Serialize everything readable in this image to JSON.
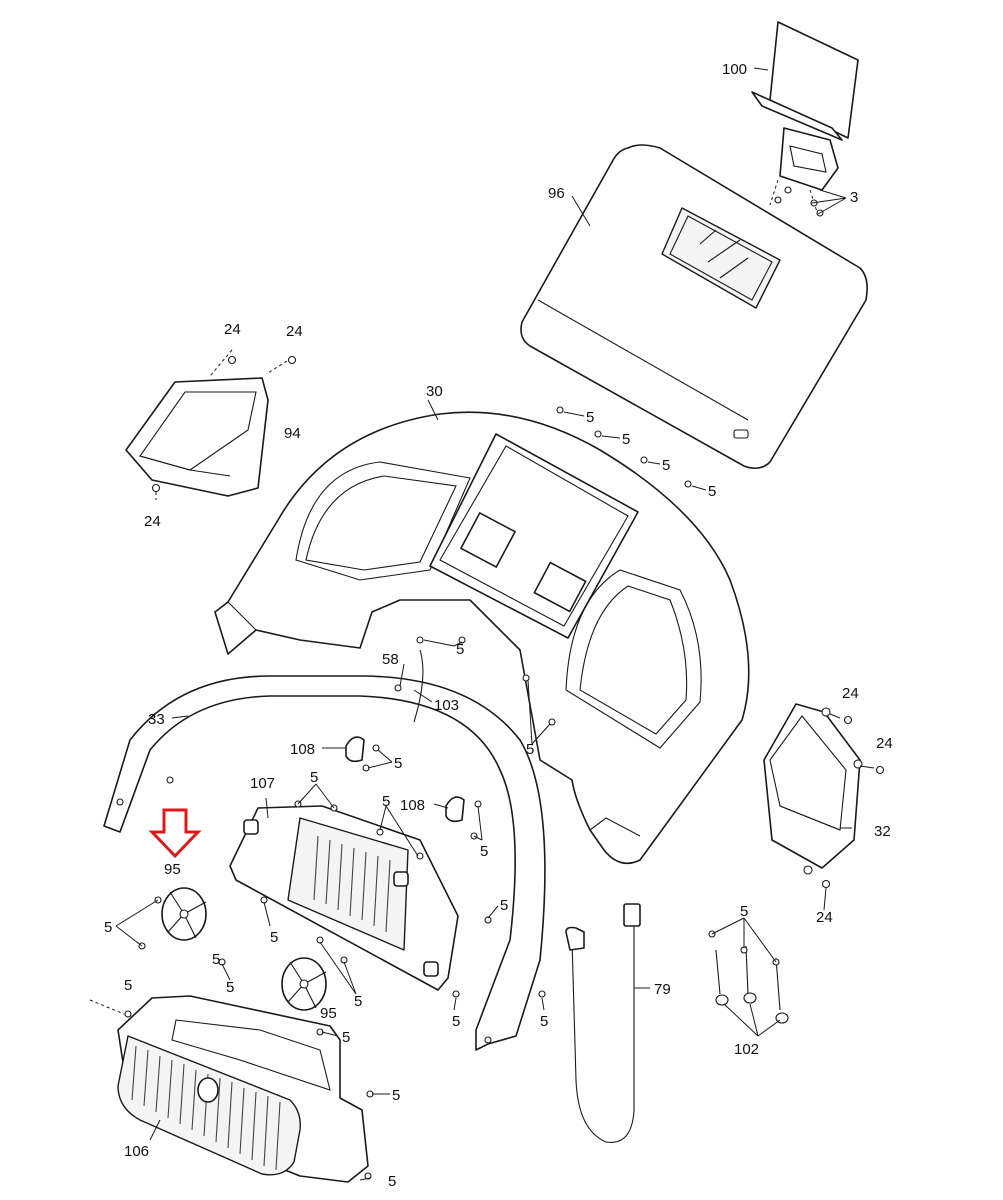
{
  "diagram": {
    "callouts": {
      "c100": "100",
      "c96": "96",
      "c3": "3",
      "c24a": "24",
      "c24b": "24",
      "c94": "94",
      "c24c": "24",
      "c30": "30",
      "c5a": "5",
      "c5b": "5",
      "c5c": "5",
      "c5d": "5",
      "c5e": "5",
      "c58": "58",
      "c103": "103",
      "c33": "33",
      "c108a": "108",
      "c5f": "5",
      "c5g": "5",
      "c107": "107",
      "c5h": "5",
      "c5i": "5",
      "c108b": "108",
      "c5j": "5",
      "c24d": "24",
      "c24e": "24",
      "c32": "32",
      "c24f": "24",
      "c95a": "95",
      "c5k": "5",
      "c5l": "5",
      "c5m": "5",
      "c5n": "5",
      "c5o": "5",
      "c95b": "95",
      "c5p": "5",
      "c5q": "5",
      "c5r": "5",
      "c79": "79",
      "c5s": "5",
      "c102": "102",
      "c5t": "5",
      "c106": "106",
      "c5u": "5",
      "c5v": "5",
      "c5w": "5"
    },
    "highlight_color": "#e01818"
  }
}
